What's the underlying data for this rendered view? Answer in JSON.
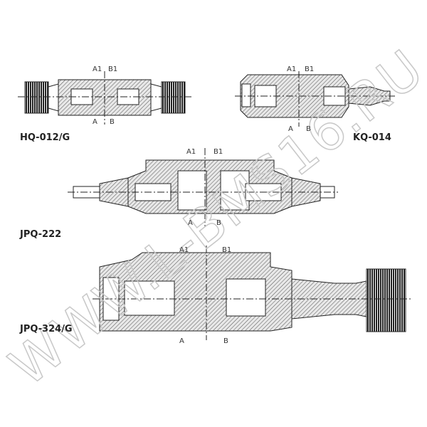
{
  "watermark": "WWW.L-BMS16.RU",
  "valves": [
    {
      "name": "HQ-012/G",
      "ports": [
        "A1",
        "B1",
        "A",
        "B"
      ]
    },
    {
      "name": "KQ-014",
      "ports": [
        "A1",
        "B1",
        "A",
        "B"
      ]
    },
    {
      "name": "JPQ-222",
      "ports": [
        "A1",
        "B1",
        "A",
        "B"
      ]
    },
    {
      "name": "JPQ-324/G",
      "ports": [
        "A1",
        "B1",
        "A",
        "B"
      ]
    }
  ],
  "colors": {
    "line": "#222222",
    "hatch": "#555555",
    "watermark": "#c8c8c8"
  }
}
